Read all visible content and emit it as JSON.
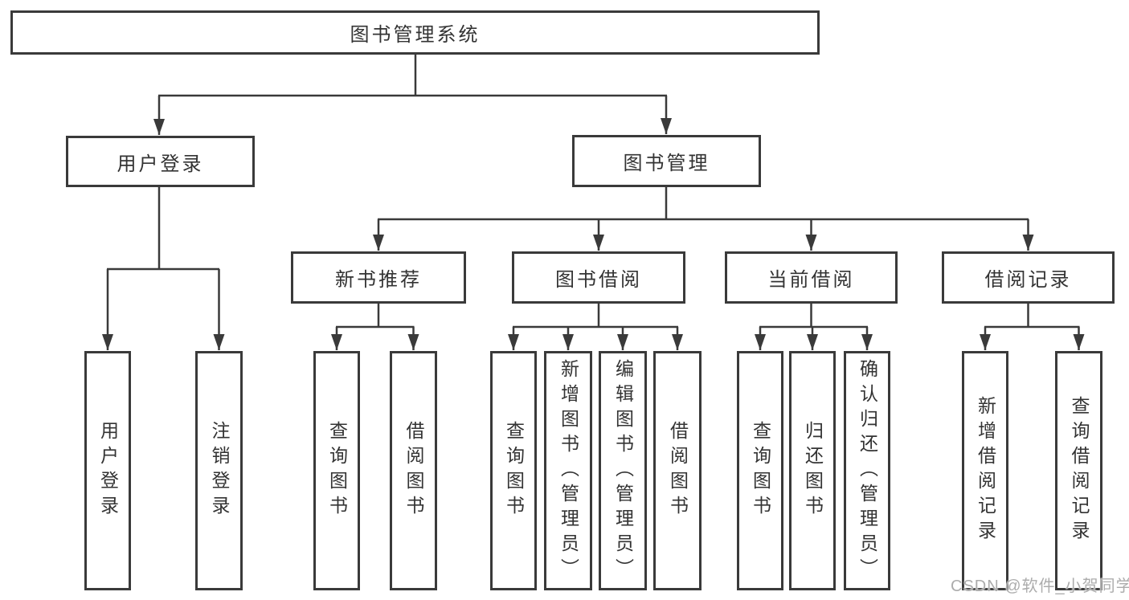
{
  "diagram": {
    "type": "hierarchy-tree",
    "colors": {
      "line": "#3a3a3a",
      "text": "#333333",
      "background": "#ffffff",
      "watermark": "#a8a8a8"
    },
    "root": {
      "label": "图书管理系统"
    },
    "branches": [
      {
        "label": "用户登录",
        "children": [
          {
            "label": "用户登录"
          },
          {
            "label": "注销登录"
          }
        ]
      },
      {
        "label": "图书管理",
        "children": [
          {
            "label": "新书推荐",
            "children": [
              {
                "label": "查询图书"
              },
              {
                "label": "借阅图书"
              }
            ]
          },
          {
            "label": "图书借阅",
            "children": [
              {
                "label": "查询图书"
              },
              {
                "label": "新增图书（管理员）"
              },
              {
                "label": "编辑图书（管理员）"
              },
              {
                "label": "借阅图书"
              }
            ]
          },
          {
            "label": "当前借阅",
            "children": [
              {
                "label": "查询图书"
              },
              {
                "label": "归还图书"
              },
              {
                "label": "确认归还（管理员）"
              }
            ]
          },
          {
            "label": "借阅记录",
            "children": [
              {
                "label": "新增借阅记录"
              },
              {
                "label": "查询借阅记录"
              }
            ]
          }
        ]
      }
    ],
    "watermark": "CSDN @软件_小贺同学"
  }
}
